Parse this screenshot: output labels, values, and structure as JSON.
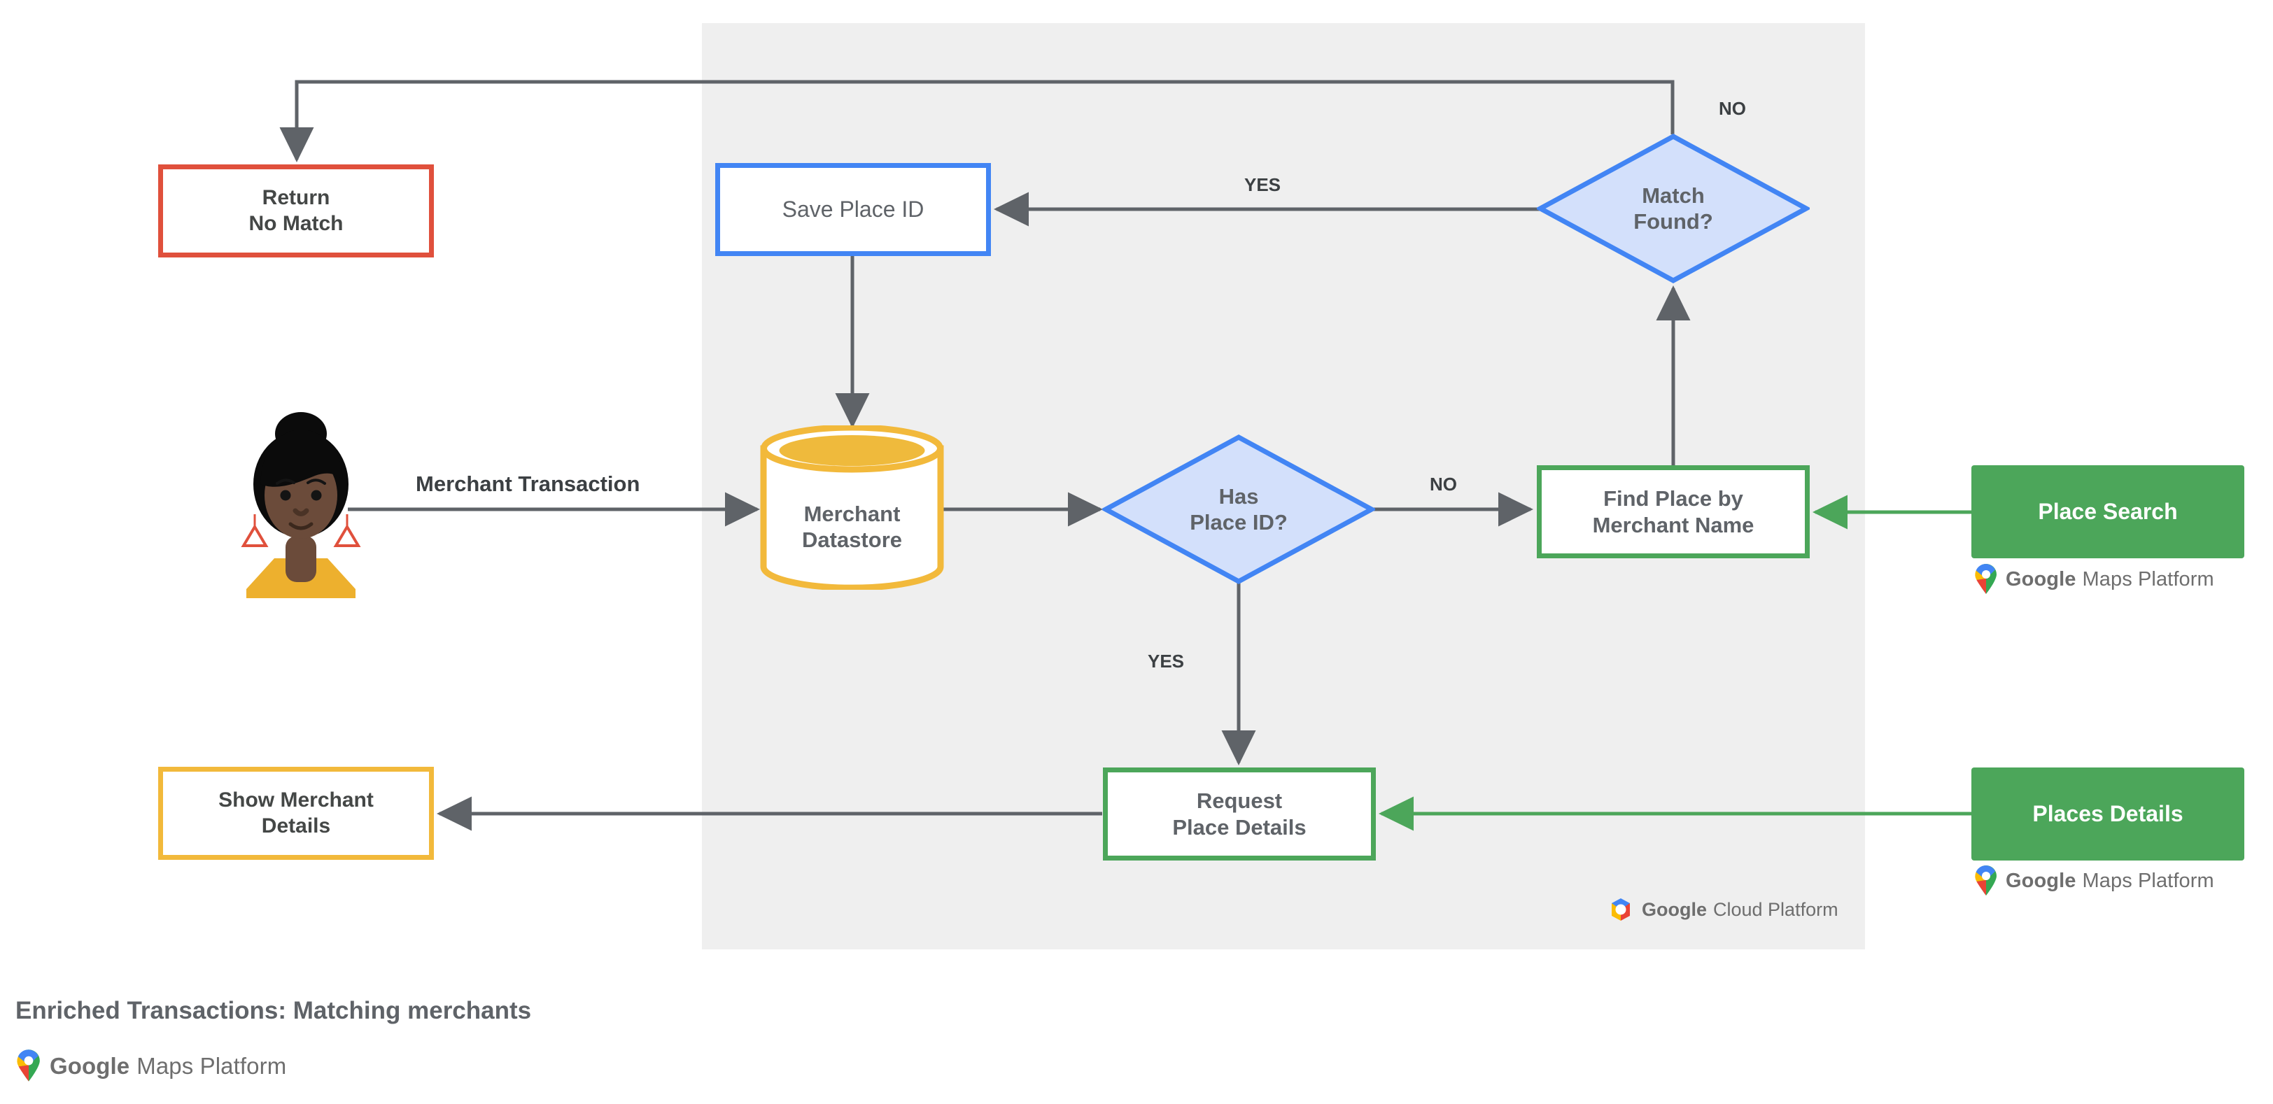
{
  "caption": {
    "title": "Enriched Transactions: Matching merchants"
  },
  "brand": {
    "maps_platform": {
      "word1": "Google",
      "word2": "Maps Platform",
      "icon": "google-maps-pin-icon"
    },
    "cloud_platform": {
      "word1": "Google",
      "word2": "Cloud Platform",
      "icon": "google-cloud-hexagon-icon"
    }
  },
  "colors": {
    "panel": "#EFEFEF",
    "red": "#E0503C",
    "amber": "#F2B93B",
    "blue": "#4285F4",
    "blue_fill": "#D3E0FB",
    "green": "#4CA65A",
    "arrow_gray": "#5F6368",
    "text_gray": "#5F6368"
  },
  "actor": {
    "name": "merchant-customer-avatar"
  },
  "nodes": {
    "return_no_match": {
      "line1": "Return",
      "line2": "No Match",
      "shape": "rectangle",
      "accent": "red"
    },
    "show_merchant_details": {
      "line1": "Show Merchant",
      "line2": "Details",
      "shape": "rectangle",
      "accent": "amber"
    },
    "save_place_id": {
      "line1": "Save Place ID",
      "line2": "",
      "shape": "rectangle",
      "accent": "blue"
    },
    "merchant_datastore": {
      "line1": "Merchant",
      "line2": "Datastore",
      "shape": "cylinder",
      "accent": "amber"
    },
    "has_place_id": {
      "line1": "Has",
      "line2": "Place ID?",
      "shape": "diamond",
      "accent": "blue"
    },
    "match_found": {
      "line1": "Match",
      "line2": "Found?",
      "shape": "diamond",
      "accent": "blue"
    },
    "find_place_by_merchant_name": {
      "line1": "Find Place by",
      "line2": "Merchant Name",
      "shape": "rectangle",
      "accent": "green"
    },
    "request_place_details": {
      "line1": "Request",
      "line2": "Place Details",
      "shape": "rectangle",
      "accent": "green"
    },
    "place_search": {
      "line1": "Place Search",
      "shape": "api",
      "accent": "green"
    },
    "places_details": {
      "line1": "Places Details",
      "shape": "api",
      "accent": "green"
    }
  },
  "edge_labels": {
    "merchant_transaction": "Merchant Transaction",
    "has_place_id_no": "NO",
    "has_place_id_yes": "YES",
    "match_found_yes": "YES",
    "match_found_no": "NO"
  }
}
